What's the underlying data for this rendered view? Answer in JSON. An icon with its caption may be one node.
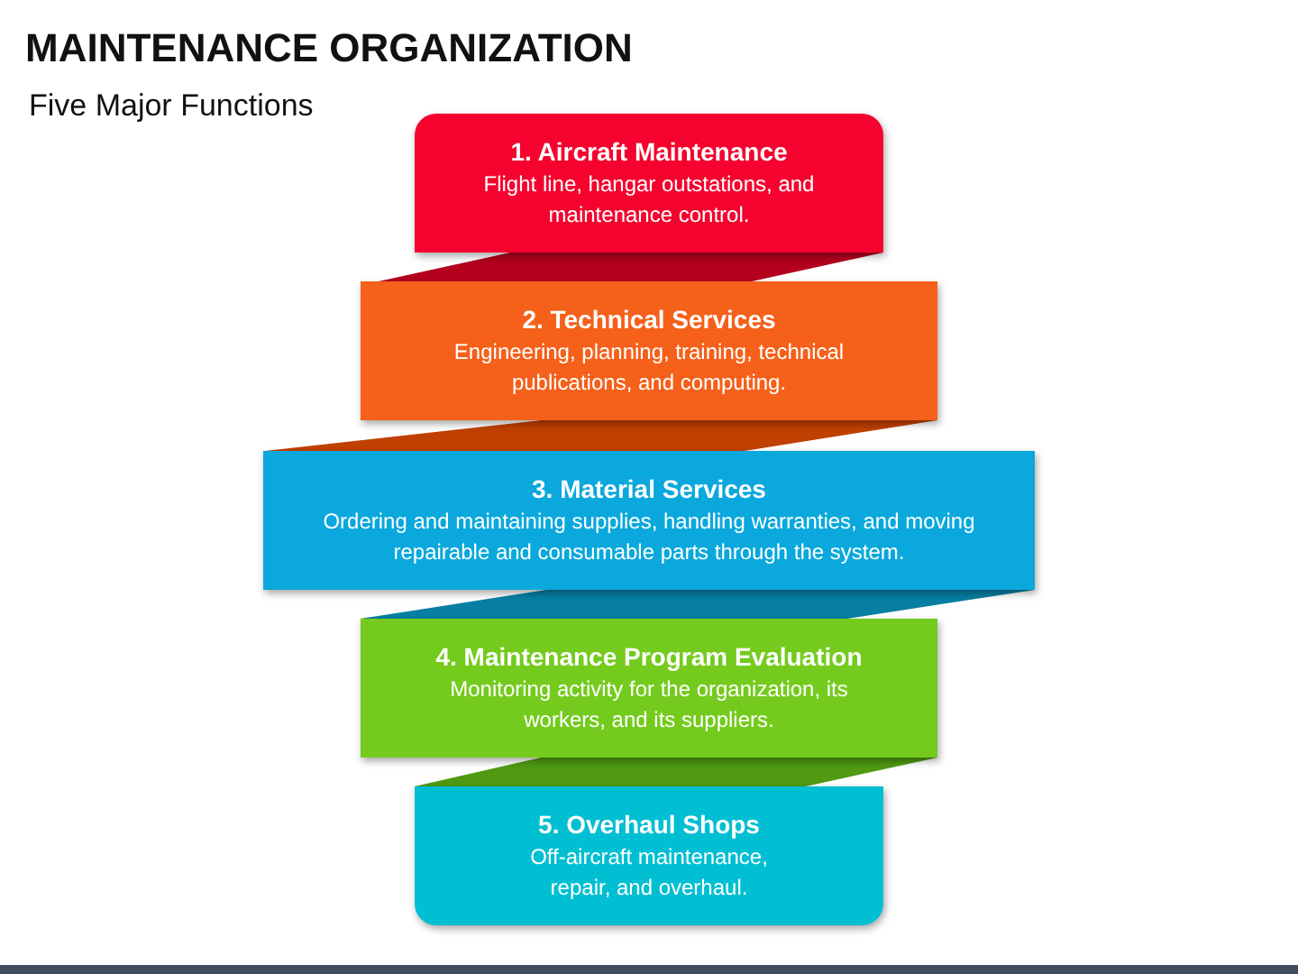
{
  "diagram": {
    "title": "MAINTENANCE ORGANIZATION",
    "nodes": [
      {
        "text": [
          "1. Aircraft Maintenance",
          "Flight line, hangar outstations, and maintenance control."
        ]
      },
      {
        "text": [
          "2. Technical Services",
          "Engineering, planning, training, technical publications, and computing."
        ]
      },
      {
        "text": [
          "3. Material Services",
          "Ordering and maintaining supplies, handling warranties, and moving repairable and consumable parts through the system."
        ]
      },
      {
        "text": [
          "4. Maintenance Program Evaluation",
          "Monitoring activity for the organization, its workers, and its suppliers."
        ]
      },
      {
        "text": [
          "5. Overhaul Shops",
          "Off-aircraft maintenance, repair, and overhaul."
        ]
      }
    ],
    "labels": [
      "Five Major Functions"
    ]
  }
}
